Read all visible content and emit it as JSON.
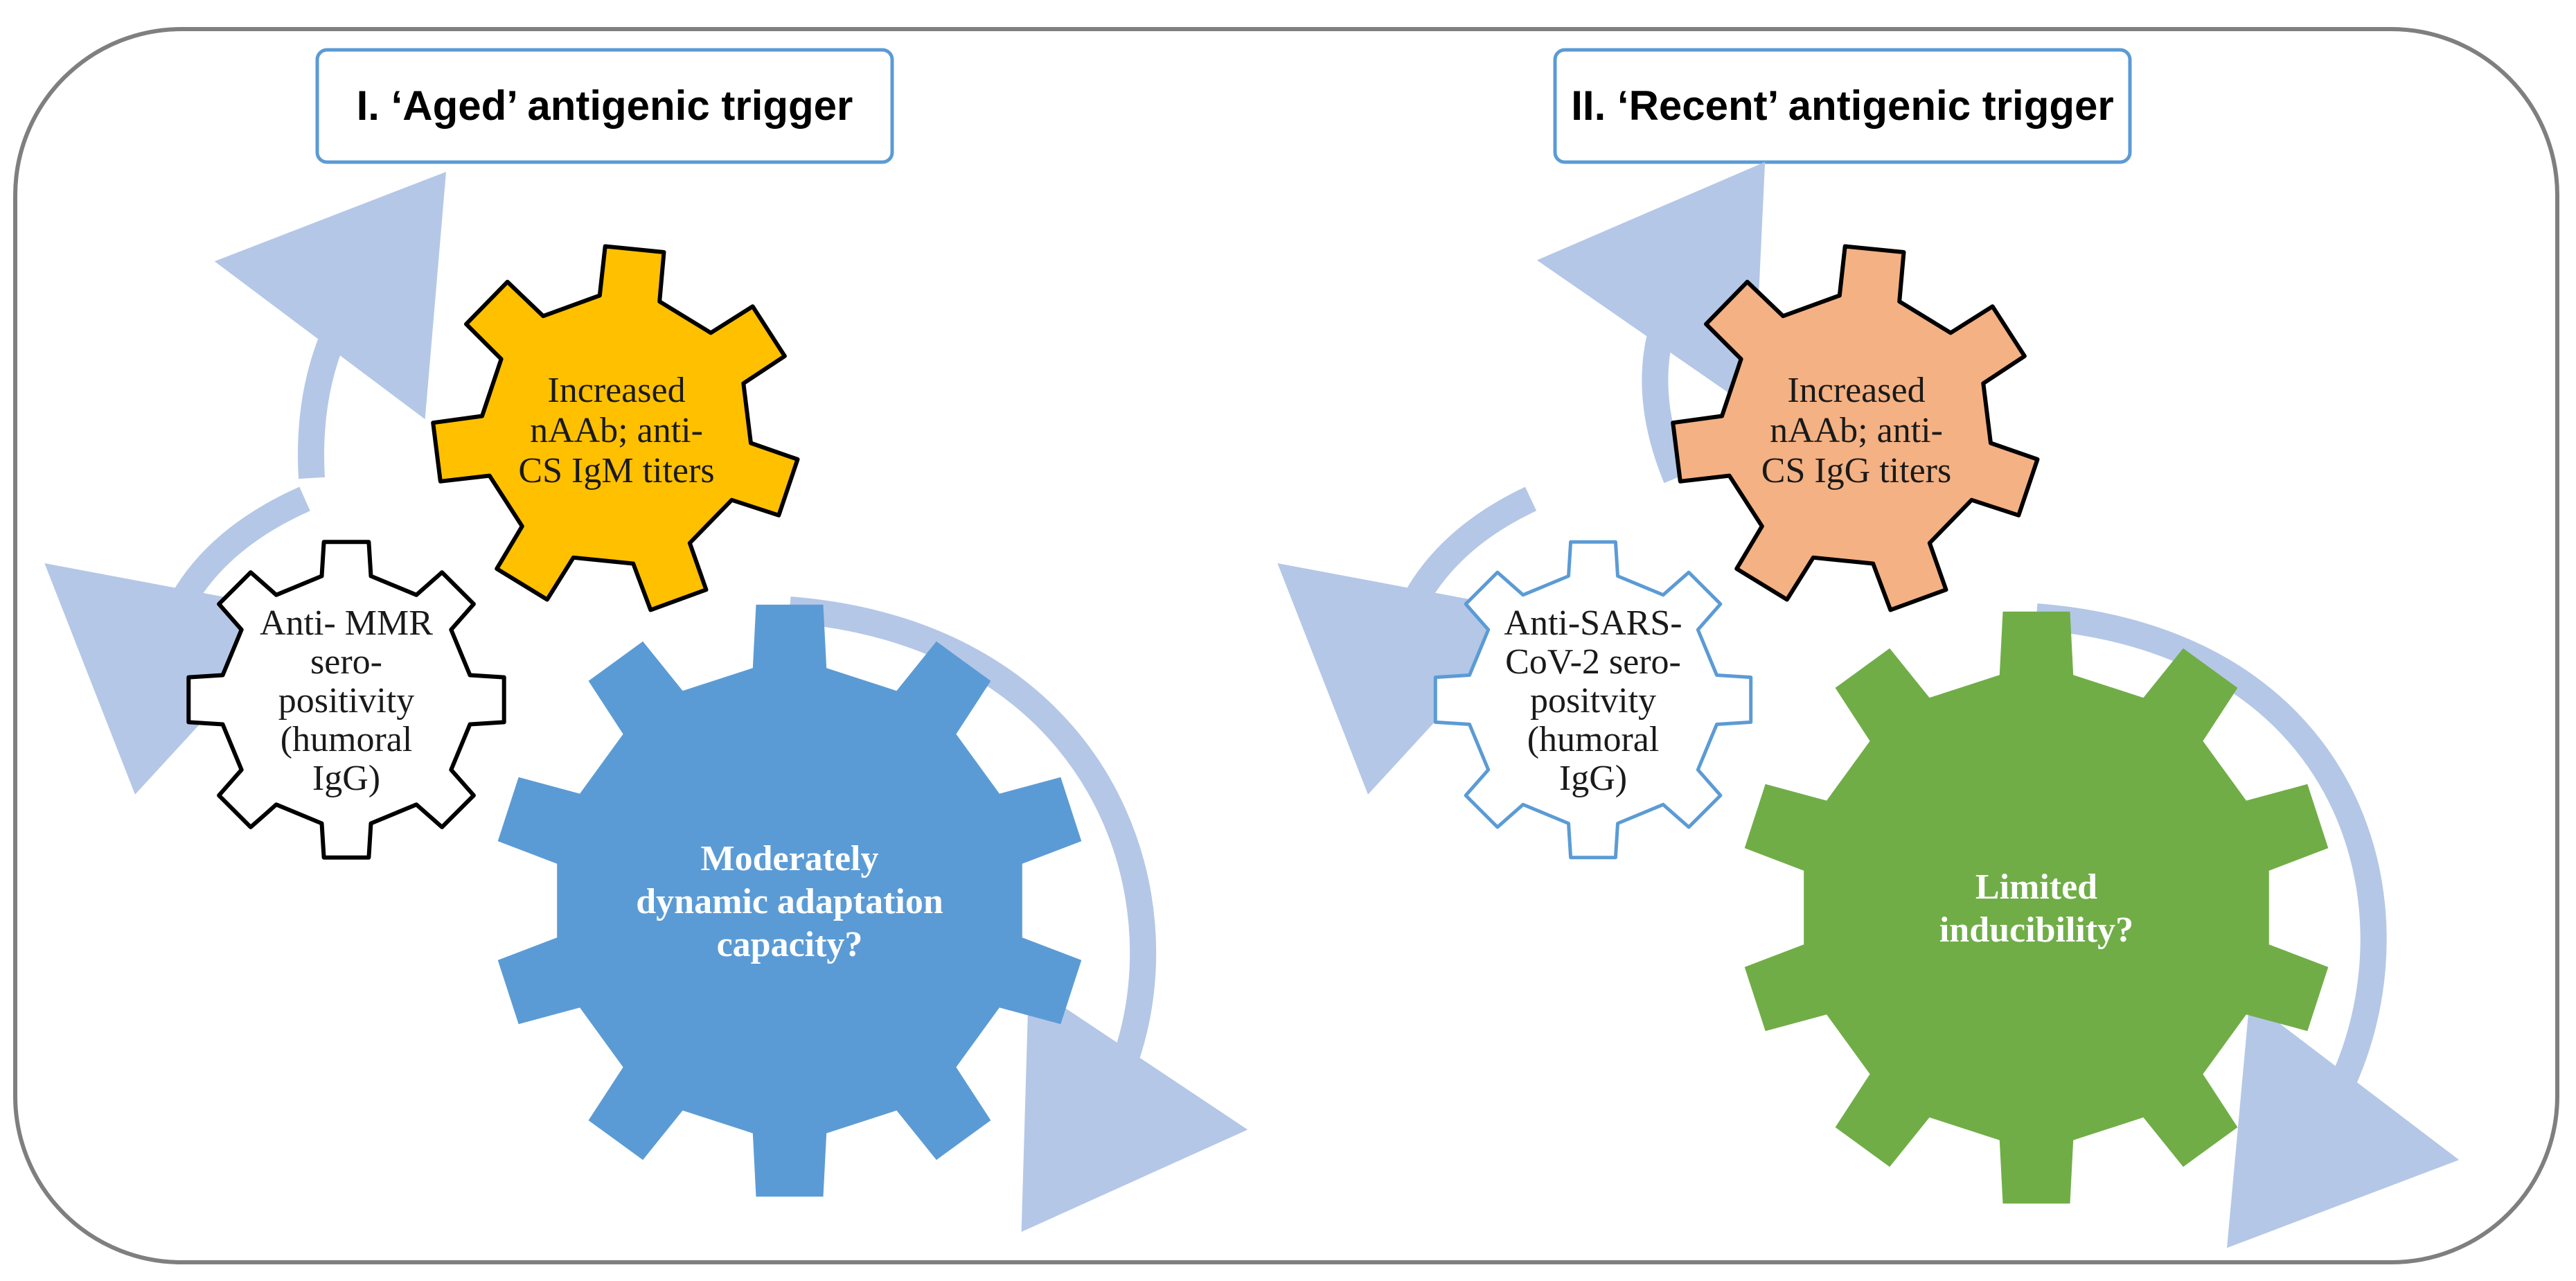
{
  "panels": [
    {
      "title": "I. ‘Aged’ antigenic trigger",
      "gears": {
        "top": {
          "lines": [
            "Increased",
            "nAAb; anti-",
            "CS IgM titers"
          ],
          "fill": "#ffc000",
          "stroke": "#000000"
        },
        "left": {
          "lines": [
            "Anti- MMR",
            "sero-",
            "positivity",
            "(humoral",
            "IgG)"
          ],
          "fill": "#ffffff",
          "stroke": "#000000"
        },
        "big": {
          "lines": [
            "Moderately",
            "dynamic adaptation",
            "capacity?"
          ],
          "fill": "#5b9bd5"
        }
      }
    },
    {
      "title": "II. ‘Recent’ antigenic trigger",
      "gears": {
        "top": {
          "lines": [
            "Increased",
            "nAAb; anti-",
            "CS IgG titers"
          ],
          "fill": "#f4b183",
          "stroke": "#000000"
        },
        "left": {
          "lines": [
            "Anti-SARS-",
            "CoV-2 sero-",
            "positvity",
            "(humoral",
            "IgG)"
          ],
          "fill": "#ffffff",
          "stroke": "#5b9bd5"
        },
        "big": {
          "lines": [
            "Limited",
            "inducibility?"
          ],
          "fill": "#70ad47"
        }
      }
    }
  ],
  "colors": {
    "frame": "#7f7f7f",
    "box_border": "#5b9bd5",
    "arrow": "#b4c7e7"
  }
}
